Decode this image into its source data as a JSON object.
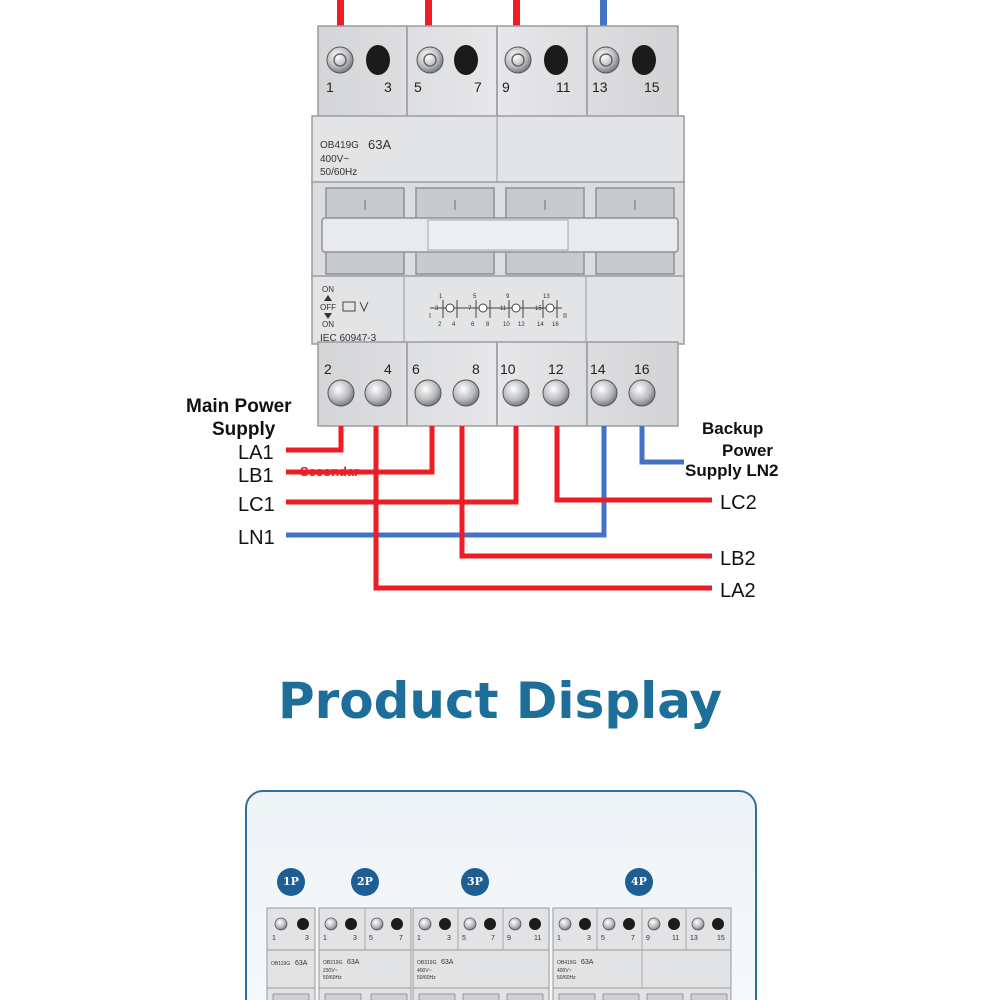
{
  "breaker": {
    "model": "OB419G",
    "rating": "63A",
    "voltage": "400V~",
    "frequency": "50/60Hz",
    "state_on_top": "ON",
    "state_off": "OFF",
    "state_on_bottom": "ON",
    "standard": "IEC 60947-3",
    "top_terminals": [
      "1",
      "3",
      "5",
      "7",
      "9",
      "11",
      "13",
      "15"
    ],
    "bottom_terminals": [
      "2",
      "4",
      "6",
      "8",
      "10",
      "12",
      "14",
      "16"
    ],
    "schematic_top": [
      "1",
      "3",
      "5",
      "7",
      "9",
      "11",
      "13",
      "15"
    ],
    "schematic_bottom": [
      "2",
      "4",
      "6",
      "8",
      "10",
      "12",
      "14",
      "16"
    ],
    "schematic_roman_left": "I",
    "schematic_roman_right": "II"
  },
  "labels": {
    "main_power_line1": "Main Power",
    "main_power_line2": "Supply",
    "backup_line1": "Backup",
    "backup_line2": "Power",
    "backup_line3": "Supply LN2",
    "secondary": "Secondar",
    "la1": "LA1",
    "lb1": "LB1",
    "lc1": "LC1",
    "ln1": "LN1",
    "lc2": "LC2",
    "lb2": "LB2",
    "la2": "LA2"
  },
  "colors": {
    "phase_wire": "#ee1c24",
    "neutral_wire": "#4472c4",
    "heading": "#1d6e99"
  },
  "section_title": "Product Display",
  "products": {
    "badges": [
      "1P",
      "2P",
      "3P",
      "4P"
    ],
    "units": [
      {
        "model": "OB119G",
        "rating": "63A",
        "terminals": [
          "1",
          "3"
        ]
      },
      {
        "model": "OB219G",
        "rating": "63A",
        "voltage": "230V~",
        "frequency": "50/60Hz",
        "terminals": [
          "1",
          "3",
          "5",
          "7"
        ]
      },
      {
        "model": "OB319G",
        "rating": "63A",
        "voltage": "400V~",
        "frequency": "50/60Hz",
        "terminals": [
          "1",
          "3",
          "5",
          "7",
          "9",
          "11"
        ]
      },
      {
        "model": "OB419G",
        "rating": "63A",
        "voltage": "400V~",
        "frequency": "50/60Hz",
        "terminals": [
          "1",
          "3",
          "5",
          "7",
          "9",
          "11",
          "13",
          "15"
        ]
      }
    ]
  }
}
